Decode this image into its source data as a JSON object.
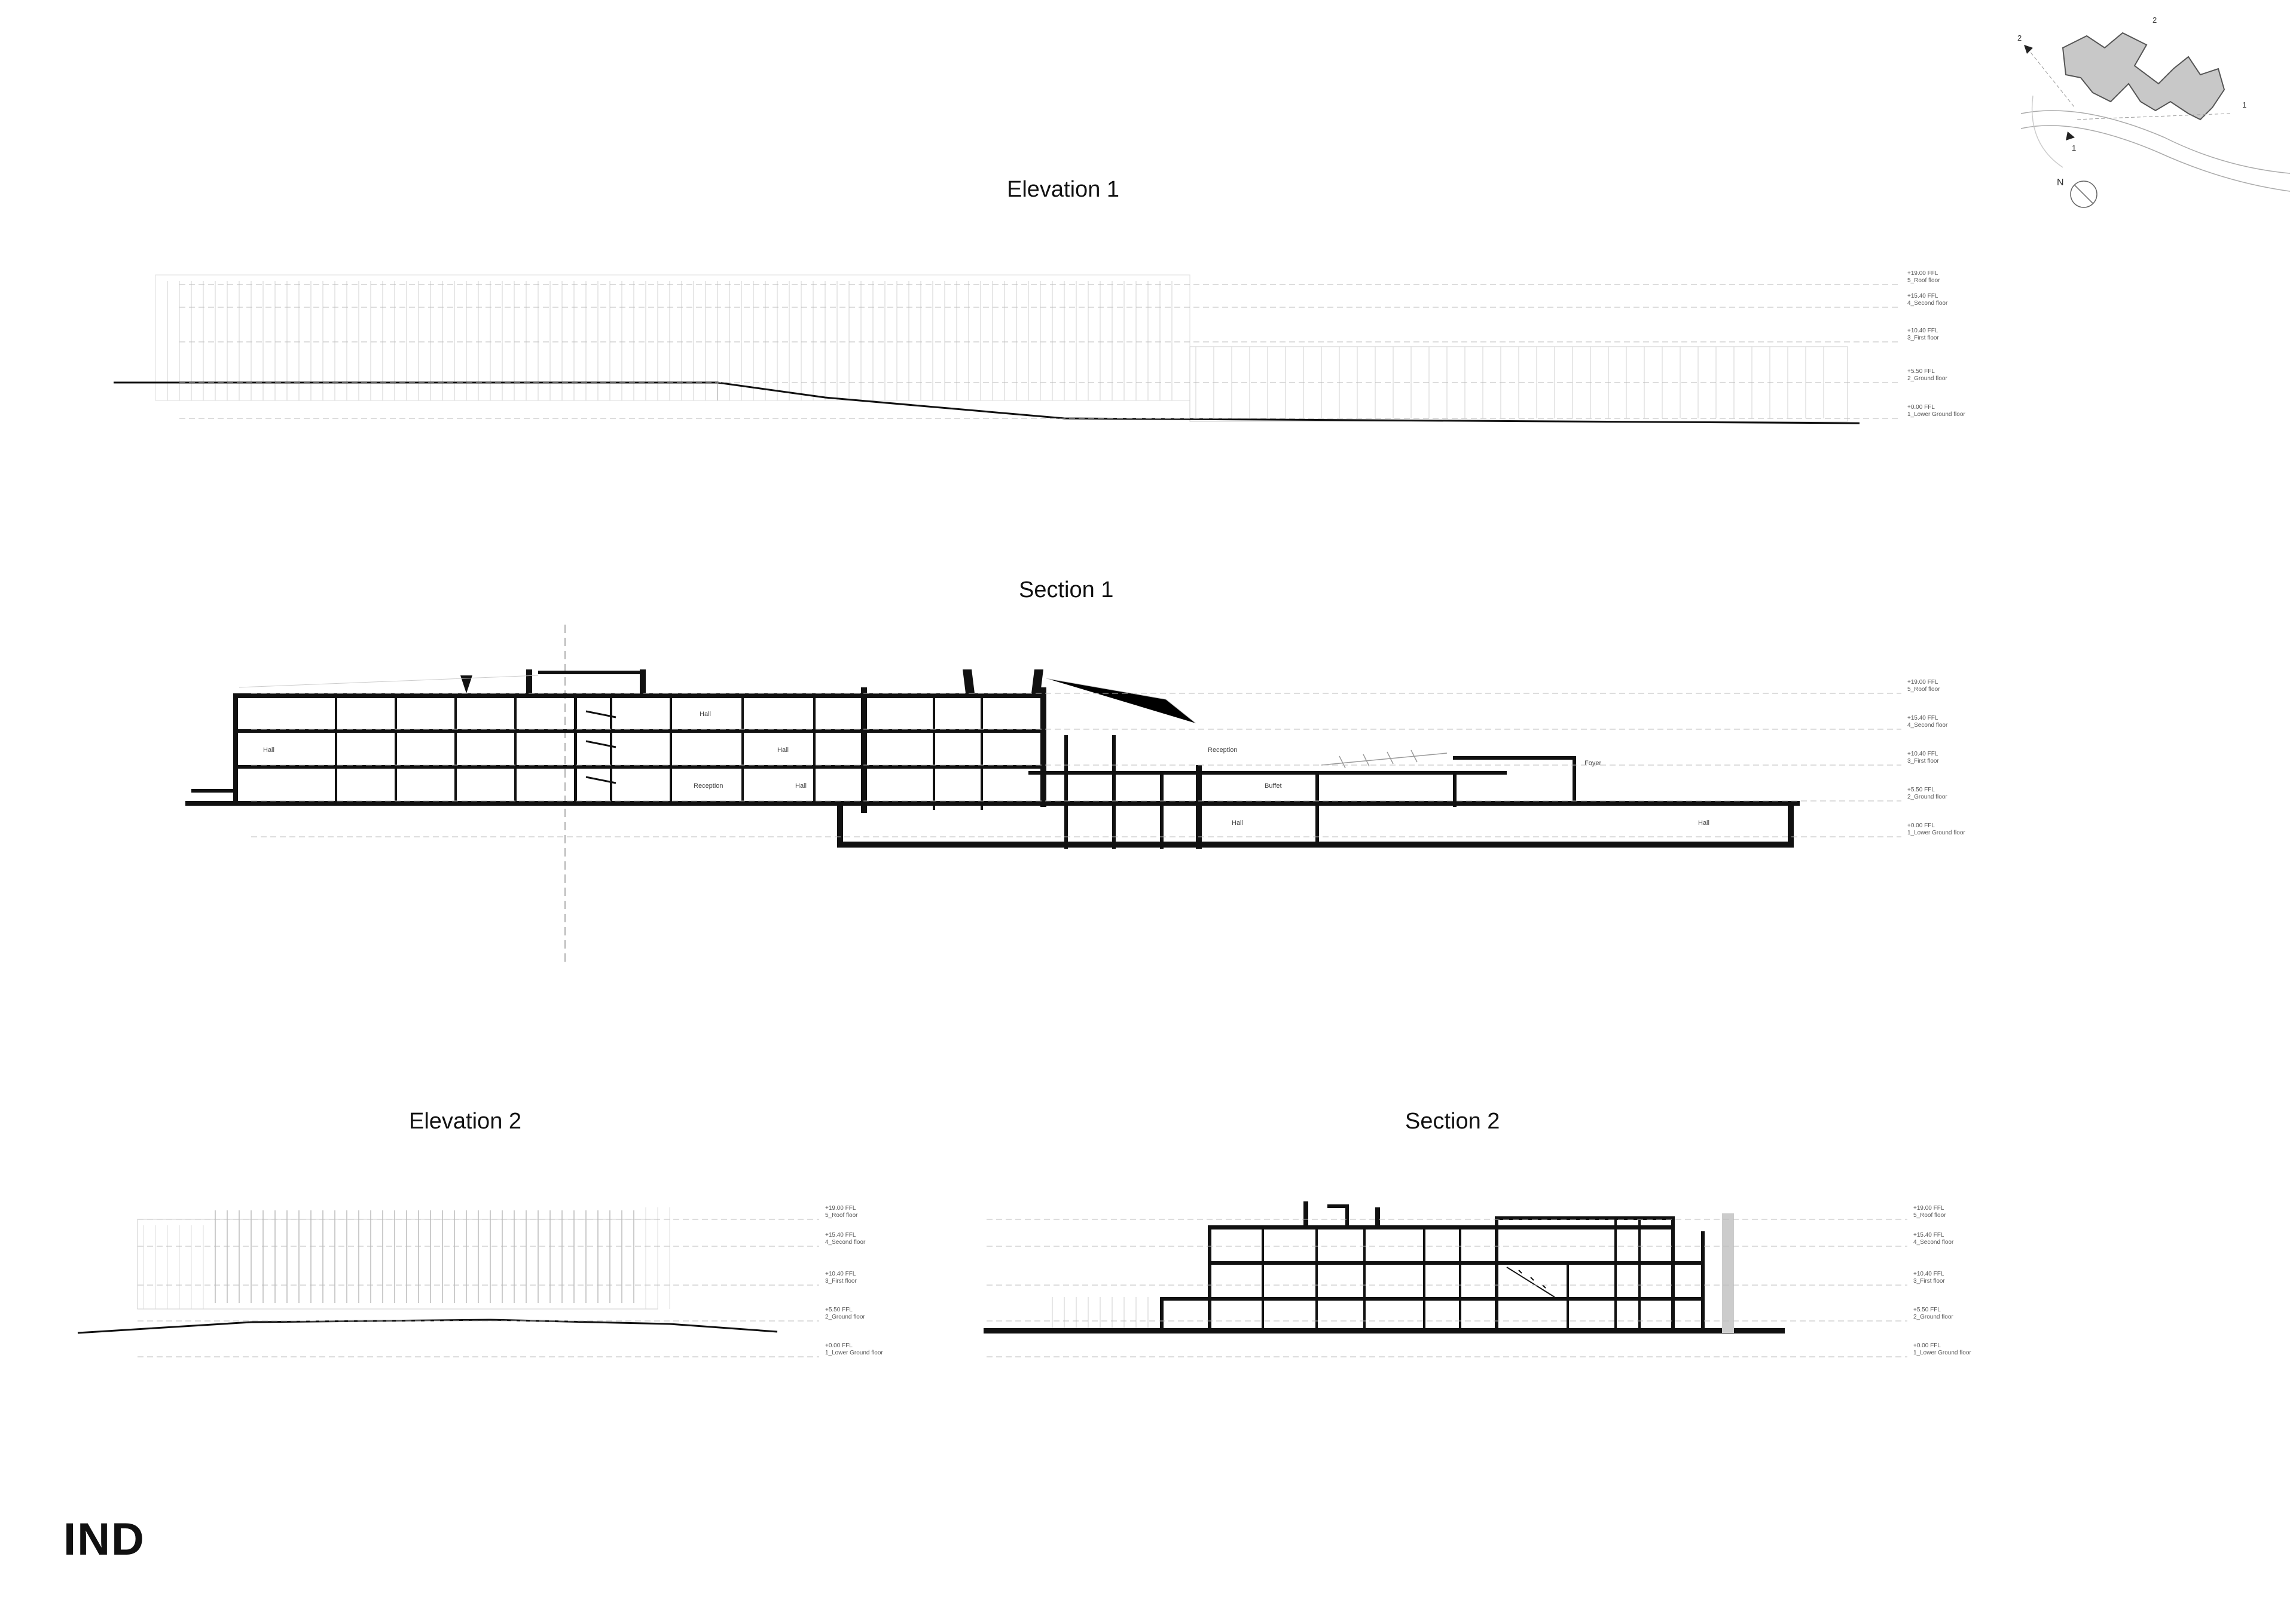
{
  "titles": {
    "elevation_1": "Elevation 1",
    "section_1": "Section 1",
    "elevation_2": "Elevation 2",
    "section_2": "Section 2"
  },
  "brand": "IND",
  "levels": [
    {
      "value": "+19.00 FFL",
      "name": "5_Roof floor"
    },
    {
      "value": "+15.40 FFL",
      "name": "4_Second floor"
    },
    {
      "value": "+10.40 FFL",
      "name": "3_First floor"
    },
    {
      "value": "+5.50 FFL",
      "name": "2_Ground floor"
    },
    {
      "value": "+0.00 FFL",
      "name": "1_Lower Ground floor"
    }
  ],
  "section1_rooms": [
    "Hall",
    "Hall",
    "Reception",
    "Hall",
    "Hall",
    "Reception",
    "Buffet",
    "Foyer",
    "Hall",
    "Hall"
  ],
  "key_plan": {
    "north": "N",
    "markers": [
      "1",
      "2",
      "1",
      "2"
    ]
  },
  "colors": {
    "ink": "#111111",
    "fill": "#c8c8c8",
    "faint": "#bbbbbb"
  }
}
